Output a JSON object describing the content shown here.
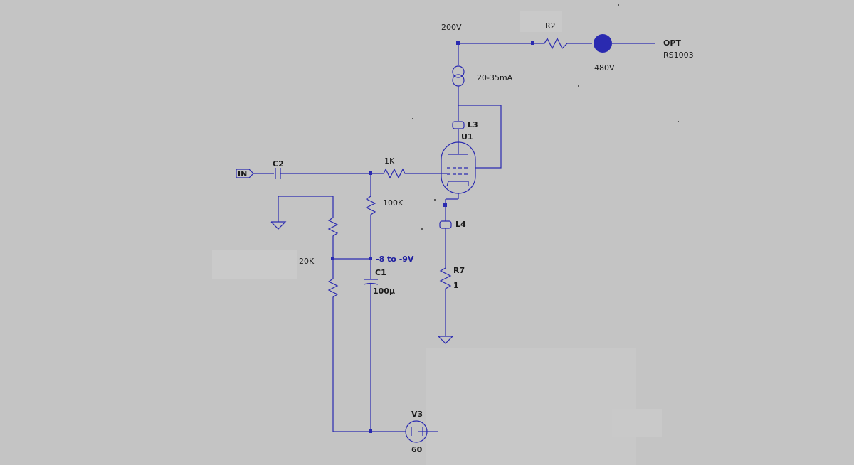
{
  "colors": {
    "background": "#c4c4c4",
    "wire": "#2a2ab0",
    "node": "#2a2ab0",
    "text": "#1a1a1a",
    "net_label": "#2020a0"
  },
  "labels": {
    "supply_200": "200V",
    "r2": "R2",
    "opt": "OPT",
    "rs1003": "RS1003",
    "v480": "480V",
    "current_range": "20-35mA",
    "l3": "L3",
    "u1": "U1",
    "r1k": "1K",
    "c2": "C2",
    "in": "IN",
    "r100k": "100K",
    "l4": "L4",
    "r20k": "20K",
    "bias_net": "-8 to -9V",
    "c1": "C1",
    "c1_value": "100µ",
    "r7": "R7",
    "r7_value": "1",
    "v3": "V3",
    "v3_value": "60"
  }
}
